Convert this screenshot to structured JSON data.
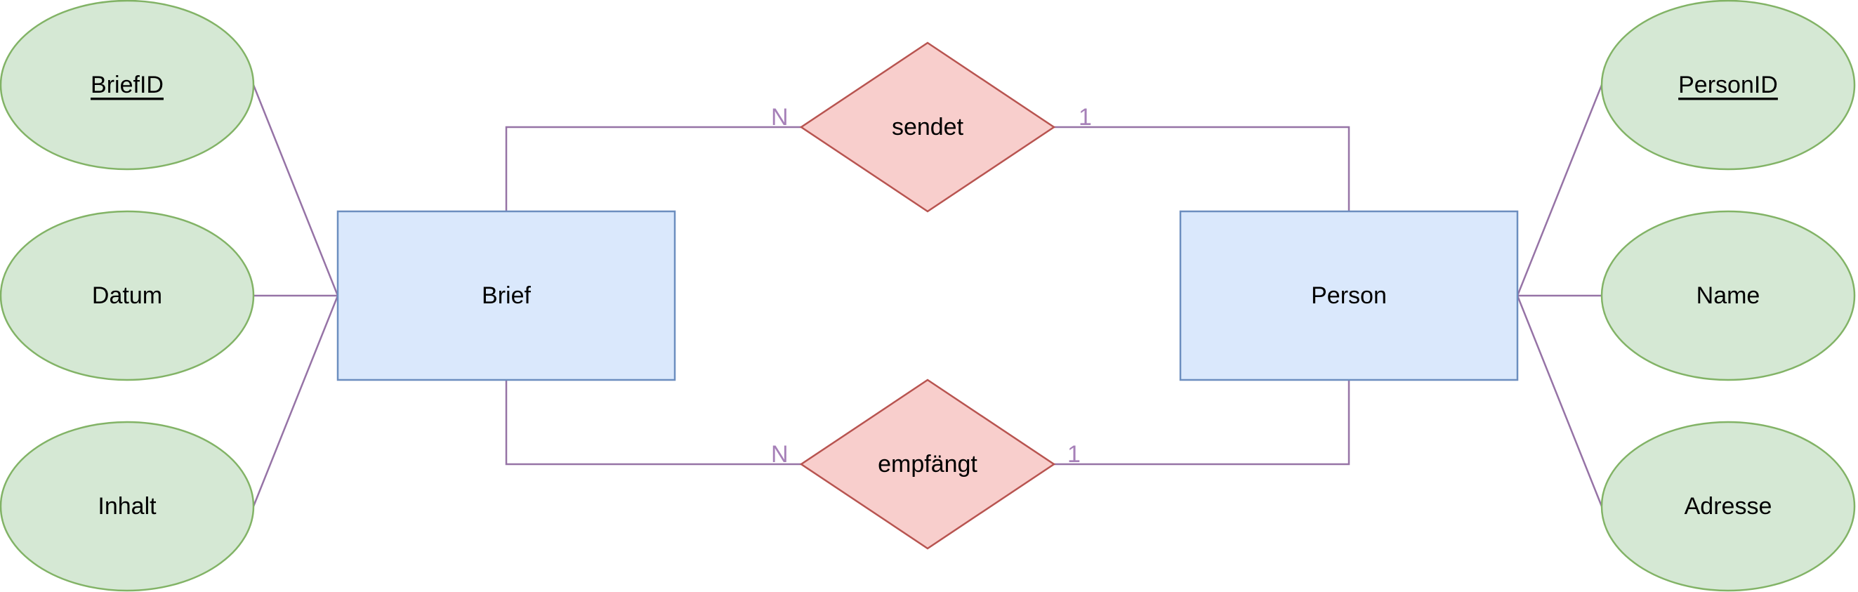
{
  "entities": {
    "brief": {
      "label": "Brief"
    },
    "person": {
      "label": "Person"
    }
  },
  "relationships": {
    "sendet": {
      "label": "sendet",
      "card_brief": "N",
      "card_person": "1"
    },
    "empfaengt": {
      "label": "empfängt",
      "card_brief": "N",
      "card_person": "1"
    }
  },
  "attributes": {
    "brief": [
      {
        "label": "BriefID",
        "key": true
      },
      {
        "label": "Datum",
        "key": false
      },
      {
        "label": "Inhalt",
        "key": false
      }
    ],
    "person": [
      {
        "label": "PersonID",
        "key": true
      },
      {
        "label": "Name",
        "key": false
      },
      {
        "label": "Adresse",
        "key": false
      }
    ]
  },
  "colors": {
    "entity_fill": "#dae8fc",
    "entity_stroke": "#6c8ebf",
    "relationship_fill": "#f8cecc",
    "relationship_stroke": "#b85450",
    "attribute_fill": "#d5e8d4",
    "attribute_stroke": "#82b366",
    "connector": "#9673a6",
    "cardinality_text": "#a680b8"
  }
}
